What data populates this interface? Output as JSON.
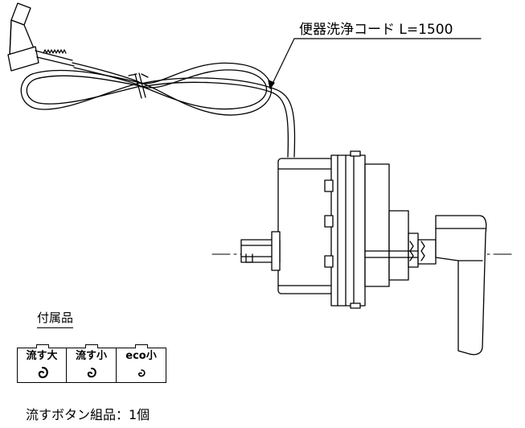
{
  "labels": {
    "cord": "便器洗浄コード L=1500",
    "accessories_title": "付属品",
    "kit": "流すボタン組品：1個"
  },
  "buttons": [
    {
      "label": "流す大",
      "icon": "swirl-large-icon"
    },
    {
      "label": "流す小",
      "icon": "swirl-small-icon"
    },
    {
      "label": "eco小",
      "icon": "swirl-eco-icon"
    }
  ]
}
